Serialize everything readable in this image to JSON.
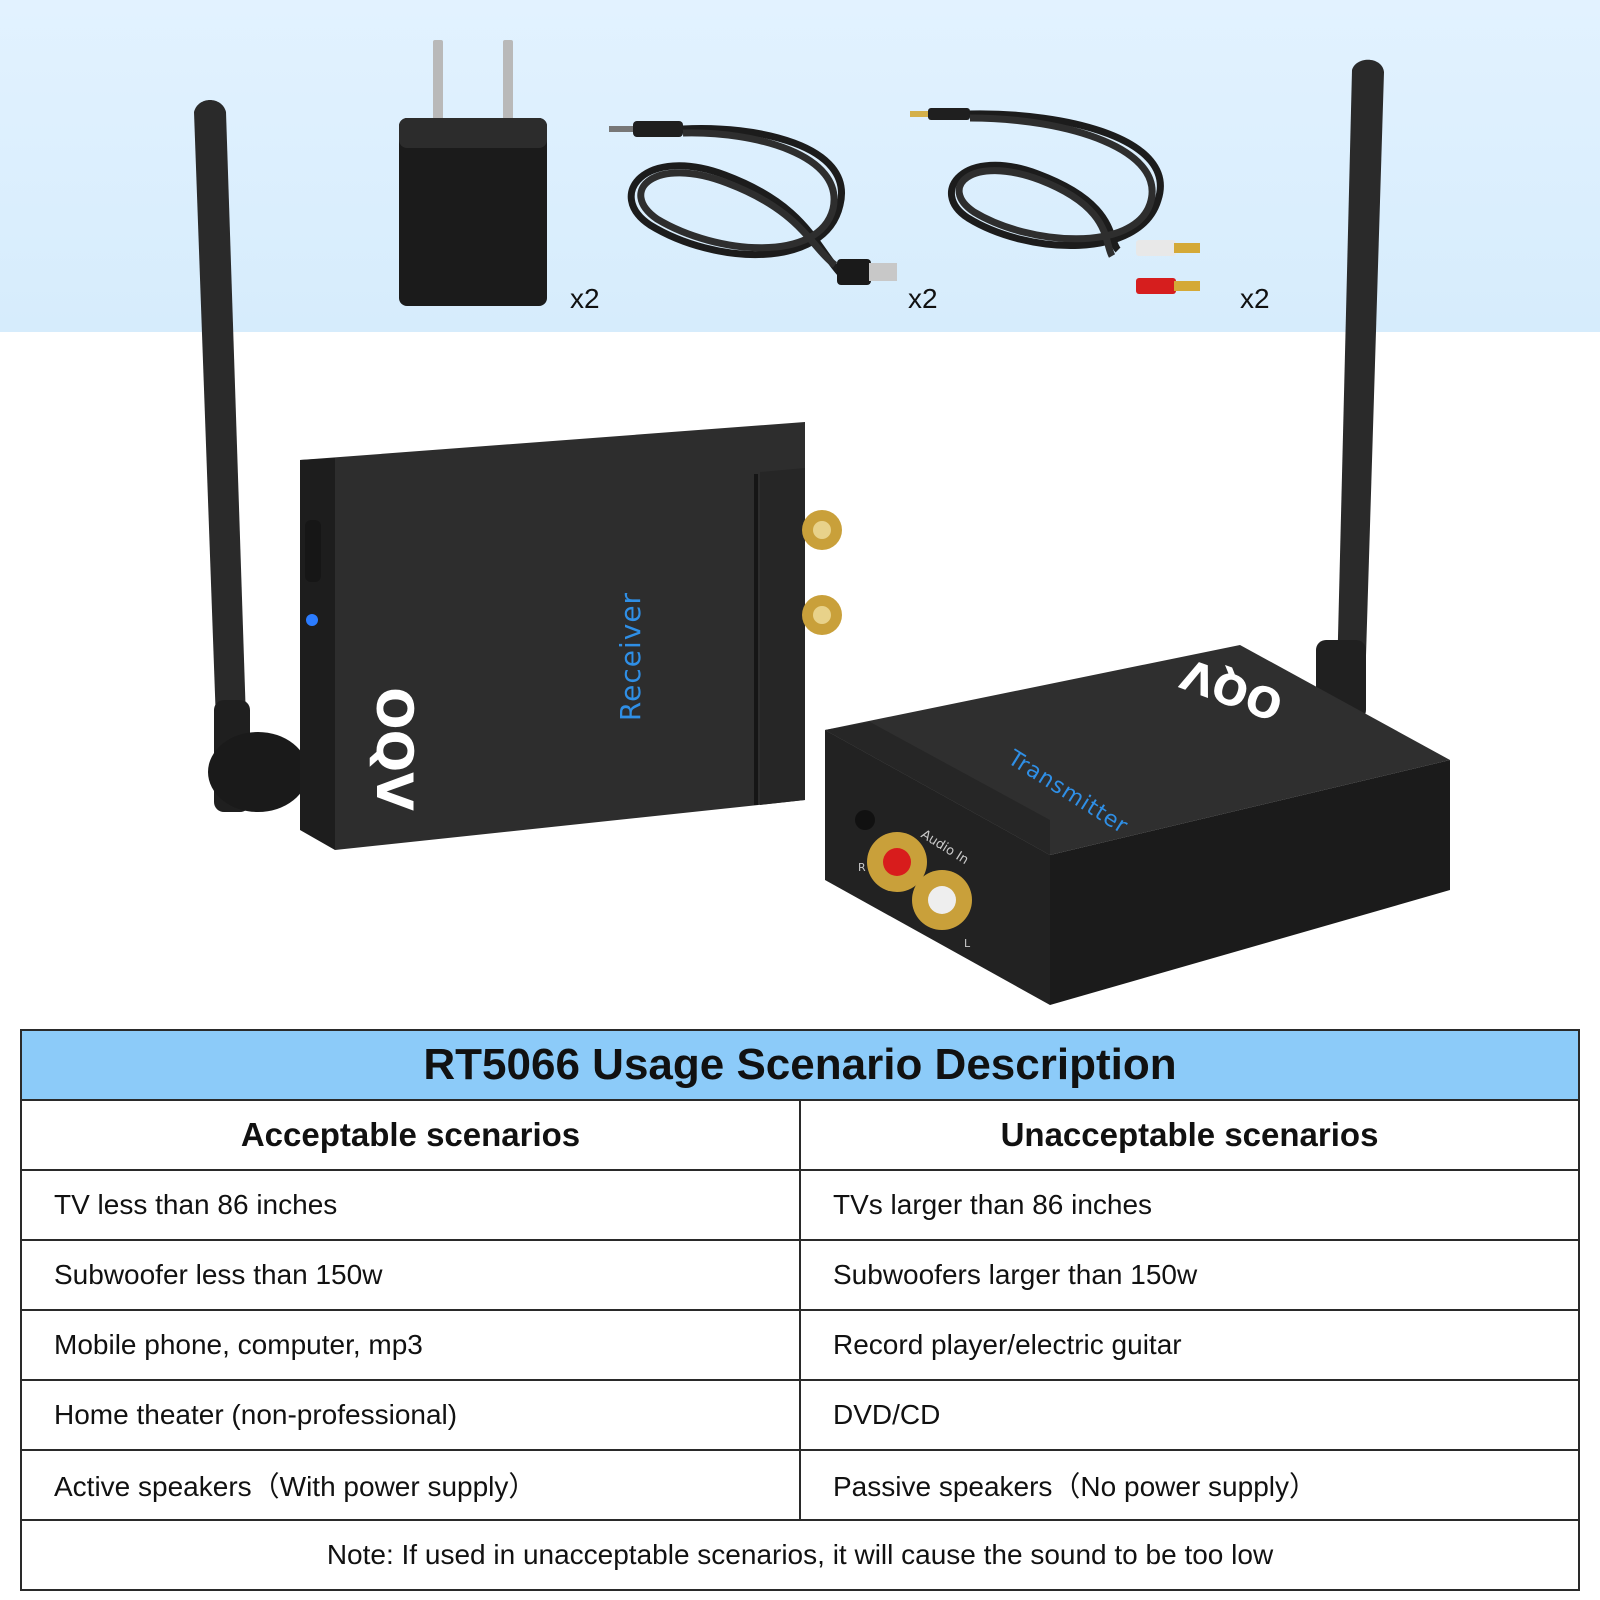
{
  "accessories": [
    {
      "name": "power adapter",
      "quantity": "x2"
    },
    {
      "name": "dc to usb cable",
      "quantity": "x2"
    },
    {
      "name": "3.5mm to rca cable",
      "quantity": "x2"
    }
  ],
  "receiver": {
    "label": "Receiver",
    "brand": "OQV"
  },
  "transmitter": {
    "label": "Transmitter",
    "brand": "OQV",
    "port_label": "Audio In",
    "port_r": "R",
    "port_l": "L"
  },
  "table": {
    "title": "RT5066 Usage Scenario Description",
    "headers": [
      "Acceptable scenarios",
      "Unacceptable scenarios"
    ],
    "rows": [
      [
        "TV less than 86 inches",
        "TVs larger than 86 inches"
      ],
      [
        "Subwoofer less than 150w",
        "Subwoofers larger than 150w"
      ],
      [
        "Mobile phone, computer, mp3",
        "Record player/electric guitar"
      ],
      [
        "Home theater (non-professional)",
        "DVD/CD"
      ],
      [
        "Active speakers（With power supply）",
        "Passive speakers（No power supply）"
      ]
    ],
    "note": "Note: If used in unacceptable scenarios, it will cause the sound to be too low"
  },
  "colors": {
    "top_band": "#dcefff",
    "title_bar": "#8ccbf9",
    "device_body": "#2b2b2b",
    "label_blue": "#2f8fe6",
    "gold": "#c9a03a"
  }
}
